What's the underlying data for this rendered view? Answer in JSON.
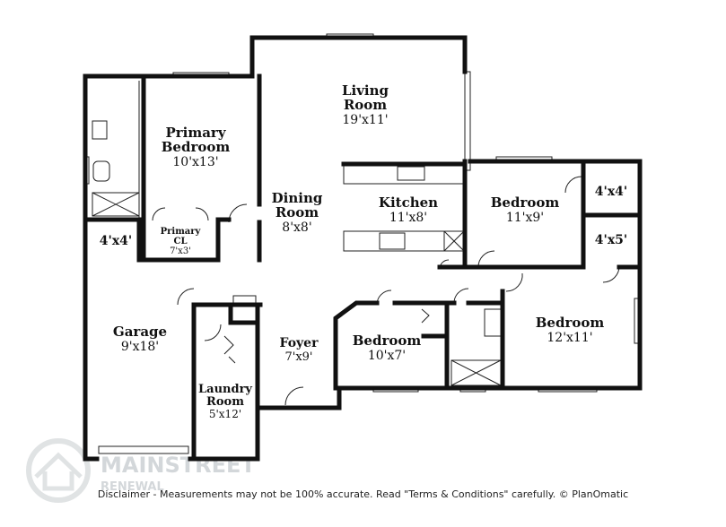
{
  "rooms": {
    "living": {
      "name1": "Living",
      "name2": "Room",
      "dim": "19'x11'"
    },
    "primary_bedroom": {
      "name1": "Primary",
      "name2": "Bedroom",
      "dim": "10'x13'"
    },
    "dining": {
      "name1": "Dining",
      "name2": "Room",
      "dim": "8'x8'"
    },
    "kitchen": {
      "name": "Kitchen",
      "dim": "11'x8'"
    },
    "bedroom_ne": {
      "name": "Bedroom",
      "dim": "11'x9'"
    },
    "closet_4x4_ne": {
      "dim": "4'x4'"
    },
    "closet_4x5": {
      "dim": "4'x5'"
    },
    "primary_closet": {
      "name1": "Primary",
      "name2": "CL",
      "dim": "7'x3'"
    },
    "closet_4x4_w": {
      "dim": "4'x4'"
    },
    "garage": {
      "name": "Garage",
      "dim": "9'x18'"
    },
    "foyer": {
      "name": "Foyer",
      "dim": "7'x9'"
    },
    "bedroom_mid": {
      "name": "Bedroom",
      "dim": "10'x7'"
    },
    "bedroom_se": {
      "name": "Bedroom",
      "dim": "12'x11'"
    },
    "laundry": {
      "name1": "Laundry",
      "name2": "Room",
      "dim": "5'x12'"
    }
  },
  "watermark": {
    "line1": "MAINSTREET",
    "line2": "RENEWAL"
  },
  "disclaimer": "Disclaimer - Measurements may not be 100% accurate. Read \"Terms & Conditions\" carefully. © PlanOmatic"
}
